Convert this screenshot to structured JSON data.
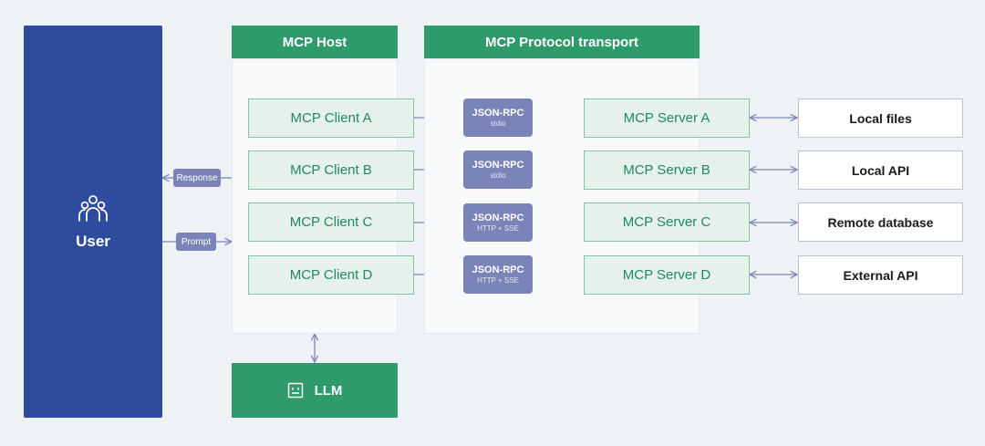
{
  "user": {
    "label": "User",
    "icon": "users-icon"
  },
  "host": {
    "title": "MCP Host"
  },
  "transport": {
    "title": "MCP Protocol transport"
  },
  "clients": [
    {
      "label": "MCP Client A"
    },
    {
      "label": "MCP Client B"
    },
    {
      "label": "MCP Client C"
    },
    {
      "label": "MCP Client D"
    }
  ],
  "protocols": [
    {
      "label": "JSON-RPC",
      "sub": "stdio"
    },
    {
      "label": "JSON-RPC",
      "sub": "stdio"
    },
    {
      "label": "JSON-RPC",
      "sub": "HTTP + SSE"
    },
    {
      "label": "JSON-RPC",
      "sub": "HTTP + SSE"
    }
  ],
  "servers": [
    {
      "label": "MCP Server A"
    },
    {
      "label": "MCP Server B"
    },
    {
      "label": "MCP Server C"
    },
    {
      "label": "MCP Server D"
    }
  ],
  "resources": [
    {
      "label": "Local files"
    },
    {
      "label": "Local API"
    },
    {
      "label": "Remote database"
    },
    {
      "label": "External API"
    }
  ],
  "flows": {
    "response": "Response",
    "prompt": "Prompt"
  },
  "llm": {
    "label": "LLM",
    "icon": "robot-face-icon"
  },
  "colors": {
    "user_panel": "#2e4b9d",
    "green_header": "#2f9a6c",
    "client_fill": "#e6f1ec",
    "client_border": "#86c2a6",
    "badge": "#7b84b8",
    "arrow": "#7b84b8"
  }
}
